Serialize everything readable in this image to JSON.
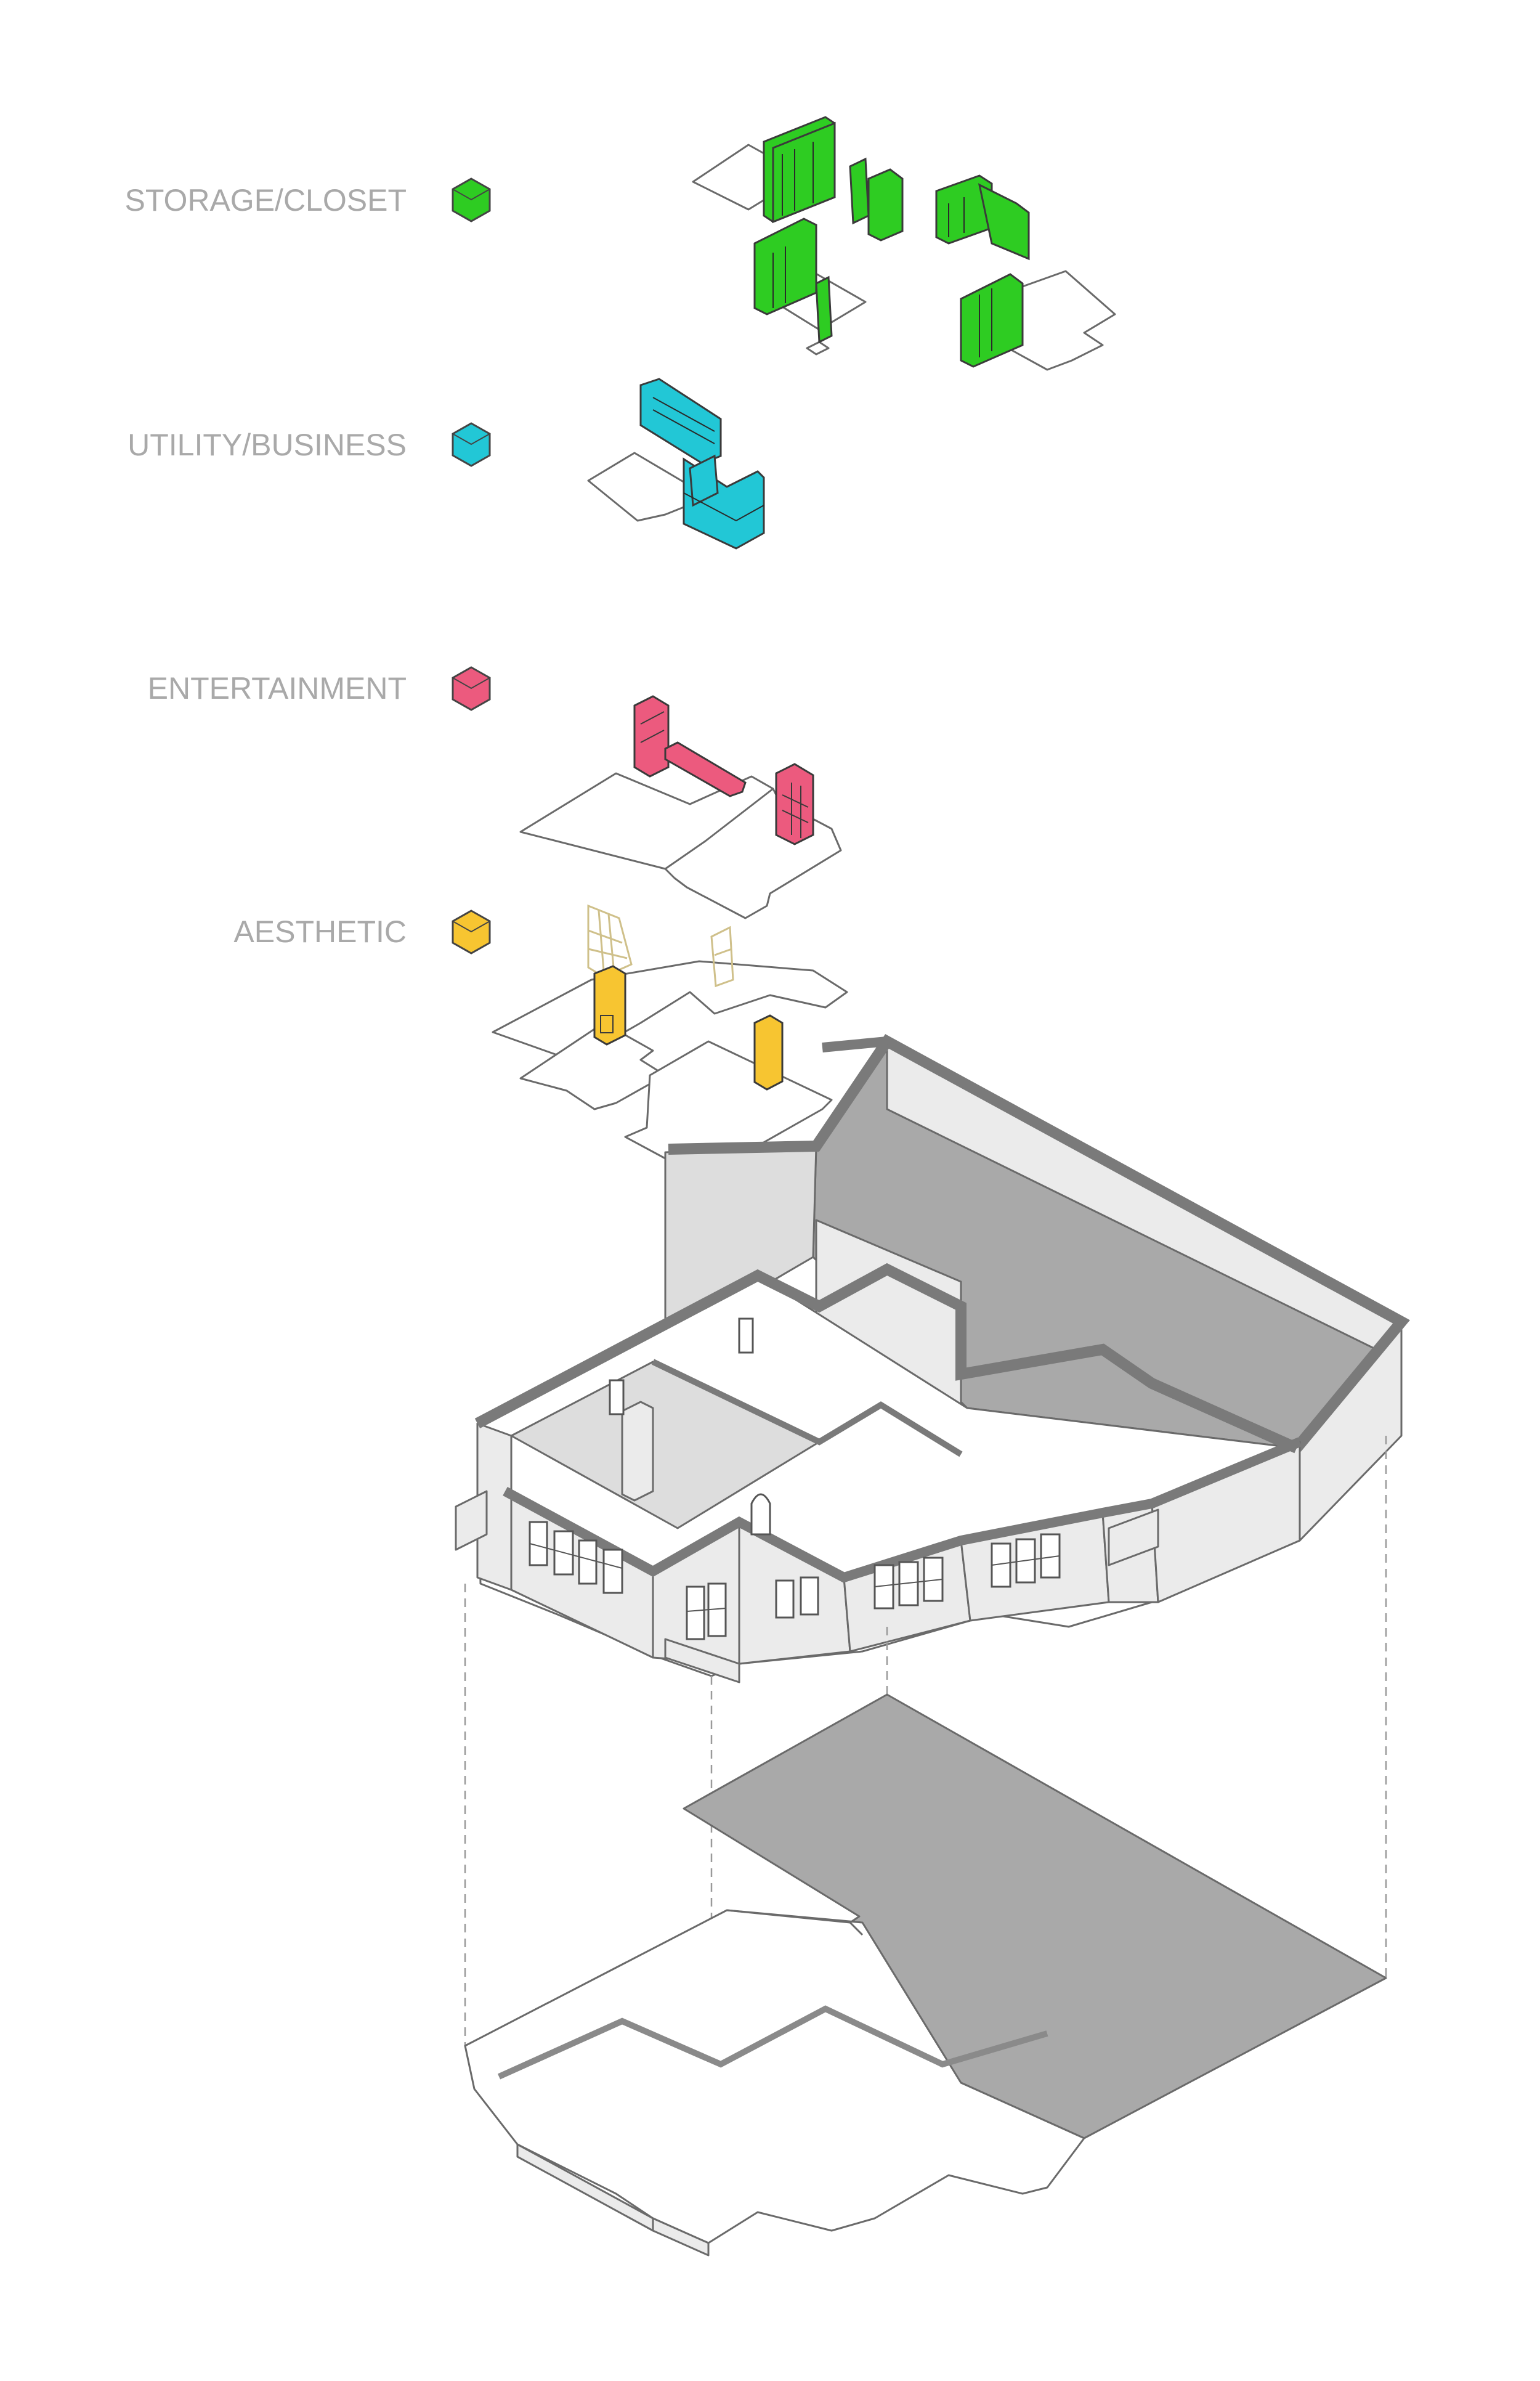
{
  "legend": [
    {
      "label": "STORAGE/CLOSET",
      "color": "#2ecc22",
      "icon": "green-cube-icon"
    },
    {
      "label": "UTILITY/BUSINESS",
      "color": "#22c7d6",
      "icon": "cyan-cube-icon"
    },
    {
      "label": "ENTERTAINMENT",
      "color": "#ec5a7e",
      "icon": "pink-cube-icon"
    },
    {
      "label": "AESTHETIC",
      "color": "#f7c531",
      "icon": "yellow-cube-icon"
    }
  ],
  "colors": {
    "outline": "#6a6a6a",
    "wall_light": "#ebebeb",
    "floor_dark": "#a9a9a9",
    "label_gray": "#a9a9a9"
  }
}
